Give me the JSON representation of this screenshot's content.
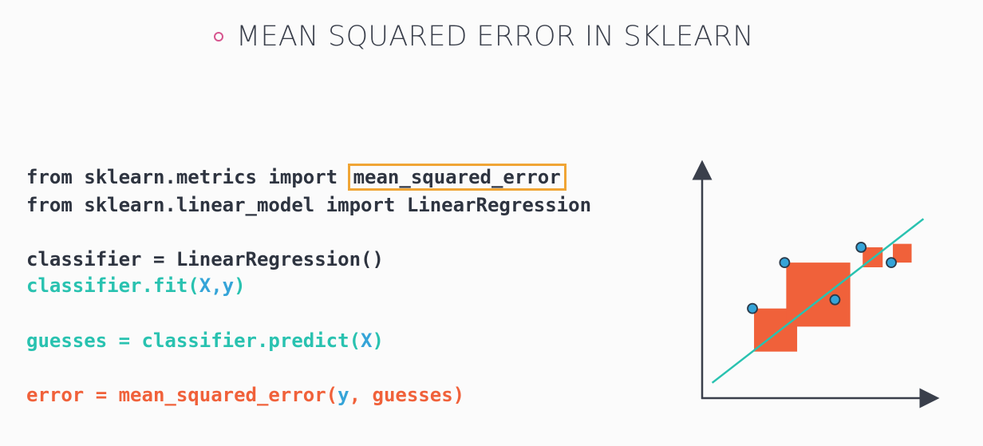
{
  "slide": {
    "title": "MEAN SQUARED ERROR IN SKLEARN"
  },
  "code": {
    "line1_prefix": "from sklearn.metrics import ",
    "line1_highlight": "mean_squared_error",
    "line2": "from sklearn.linear_model import LinearRegression",
    "line3": "classifier = LinearRegression()",
    "line4_call": "classifier.fit(",
    "line4_args": "X,y",
    "line4_close": ")",
    "line5_call": "guesses = classifier.predict(",
    "line5_args": "X",
    "line5_close": ")",
    "line6_call": "error = mean_squared_error(",
    "line6_arg_y": "y",
    "line6_rest": ", guesses)"
  },
  "colors": {
    "keyword_dark": "#2e3440",
    "teal": "#29c2b0",
    "blue": "#35a4d8",
    "orange": "#f0613a",
    "highlight_box": "#f0a535",
    "bullet": "#d6558e"
  },
  "chart_data": {
    "type": "scatter",
    "description_axes": "unlabeled x and y axes with arrowheads",
    "regression_line": {
      "x1": -0.5,
      "y1": 0.7,
      "x2": 10,
      "y2": 8.2
    },
    "points": [
      {
        "x": 1.5,
        "y": 4.1
      },
      {
        "x": 3.1,
        "y": 6.2
      },
      {
        "x": 5.6,
        "y": 4.5
      },
      {
        "x": 6.9,
        "y": 6.9
      },
      {
        "x": 8.4,
        "y": 6.2
      }
    ],
    "xlim": [
      -1,
      10.5
    ],
    "ylim": [
      0,
      10
    ],
    "point_color": "#35a4d8",
    "square_color": "#f0613a",
    "line_color": "#29c2b0"
  }
}
